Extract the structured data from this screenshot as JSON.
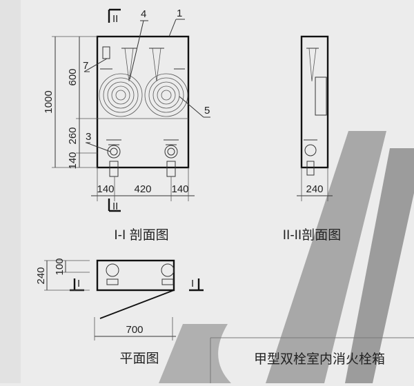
{
  "drawing": {
    "title": "甲型双栓室内消火栓箱",
    "views": {
      "front": {
        "title": "I-I 剖面图",
        "section_mark": "II"
      },
      "side": {
        "title": "II-II剖面图"
      },
      "plan": {
        "title": "平面图",
        "section_mark": "I"
      }
    },
    "callouts": {
      "c1": "1",
      "c3": "3",
      "c4": "4",
      "c5": "5",
      "c7": "7"
    },
    "dimensions": {
      "front_height": "1000",
      "front_upper": "600",
      "front_middle": "260",
      "front_lower": "140",
      "front_left": "140",
      "front_center": "420",
      "front_right": "140",
      "side_depth": "240",
      "plan_depth": "240",
      "plan_offset": "100",
      "plan_width": "700"
    }
  },
  "colors": {
    "paper": "#ececec",
    "ink": "#222222",
    "shadow": "#9a9a9a"
  }
}
